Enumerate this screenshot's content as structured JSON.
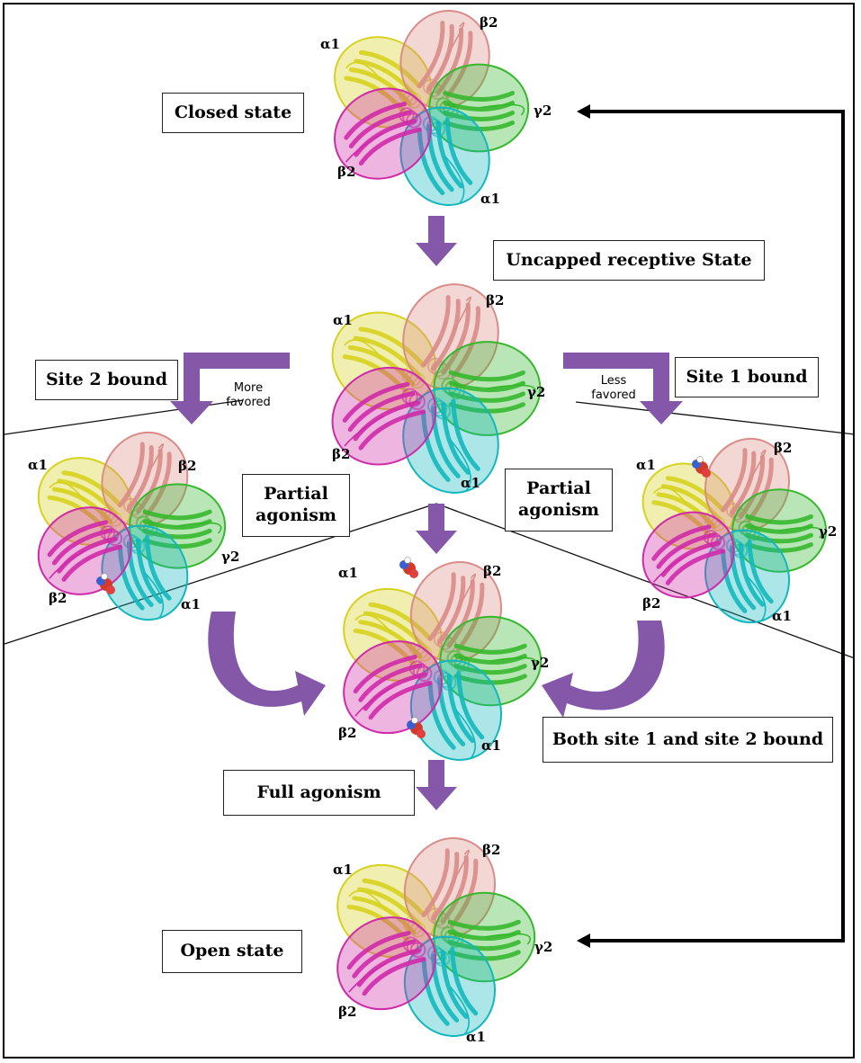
{
  "colors": {
    "alpha1": "#d6d21e",
    "beta2_salmon": "#d98c88",
    "gamma2": "#36b82d",
    "alpha1_cyan": "#12b8bd",
    "beta2_magenta": "#cf2aa8",
    "arrow": "#8457a8",
    "frame": "#000000"
  },
  "icons": [
    "protein-ribbon-pentamer-icon",
    "down-arrow-icon",
    "curved-arrow-icon",
    "ligand-sphere-icon"
  ],
  "states": {
    "closed": {
      "label": "Closed state",
      "subunits": [
        "α1",
        "β2",
        "γ2",
        "α1",
        "β2"
      ]
    },
    "uncapped": {
      "label": "Uncapped receptive State",
      "subunits": [
        "α1",
        "β2",
        "γ2",
        "α1",
        "β2"
      ]
    },
    "site2": {
      "label": "Site 2 bound",
      "favor": "More favored",
      "agonism": "Partial agonism",
      "subunits": [
        "α1",
        "β2",
        "γ2",
        "α1",
        "β2"
      ]
    },
    "site1": {
      "label": "Site 1 bound",
      "favor": "Less favored",
      "agonism": "Partial agonism",
      "subunits": [
        "α1",
        "β2",
        "γ2",
        "α1",
        "β2"
      ]
    },
    "both": {
      "label": "Both site 1 and site 2 bound",
      "agonism": "Full agonism",
      "subunits": [
        "α1",
        "β2",
        "γ2",
        "α1",
        "β2"
      ]
    },
    "open": {
      "label": "Open state",
      "subunits": [
        "α1",
        "β2",
        "γ2",
        "α1",
        "β2"
      ]
    }
  }
}
